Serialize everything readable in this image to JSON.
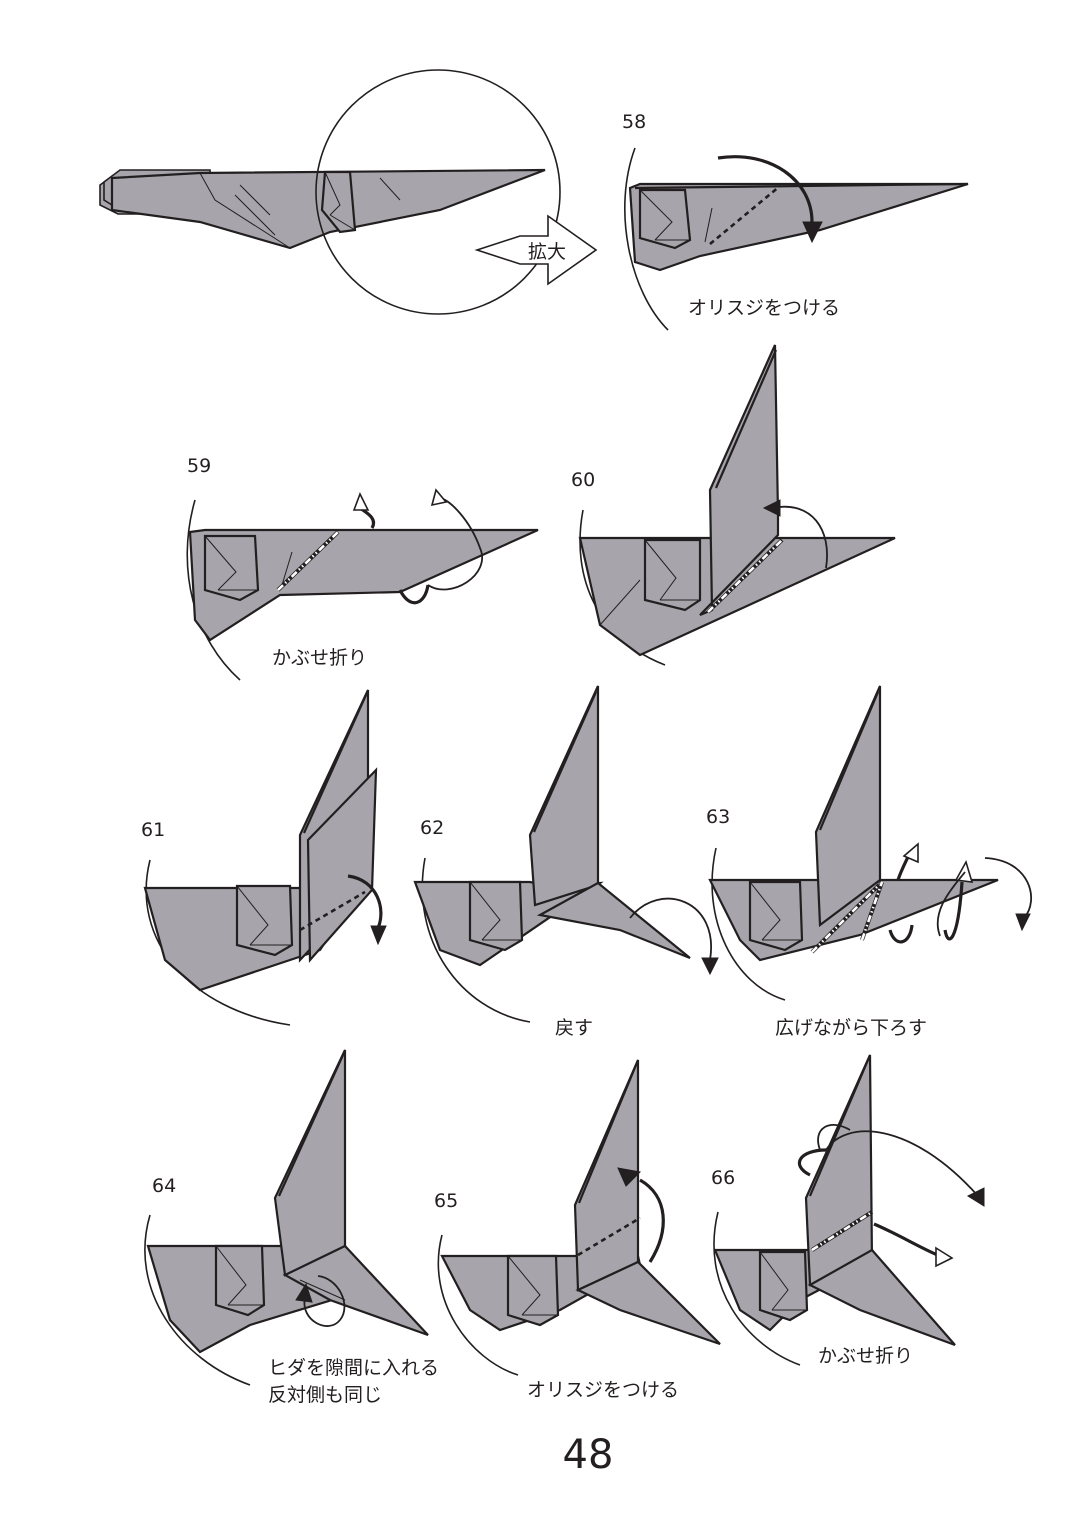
{
  "zoom_label": "拡大",
  "steps": {
    "s58": {
      "number": "58",
      "caption": "オリスジをつける"
    },
    "s59": {
      "number": "59",
      "caption": "かぶせ折り"
    },
    "s60": {
      "number": "60"
    },
    "s61": {
      "number": "61"
    },
    "s62": {
      "number": "62",
      "caption": "戻す"
    },
    "s63": {
      "number": "63",
      "caption": "広げながら下ろす"
    },
    "s64": {
      "number": "64",
      "caption_line1": "ヒダを隙間に入れる",
      "caption_line2": "反対側も同じ"
    },
    "s65": {
      "number": "65",
      "caption": "オリスジをつける"
    },
    "s66": {
      "number": "66",
      "caption": "かぶせ折り"
    }
  },
  "page_number": "48",
  "colors": {
    "paper": "#a7a5ab",
    "line": "#231f20"
  }
}
